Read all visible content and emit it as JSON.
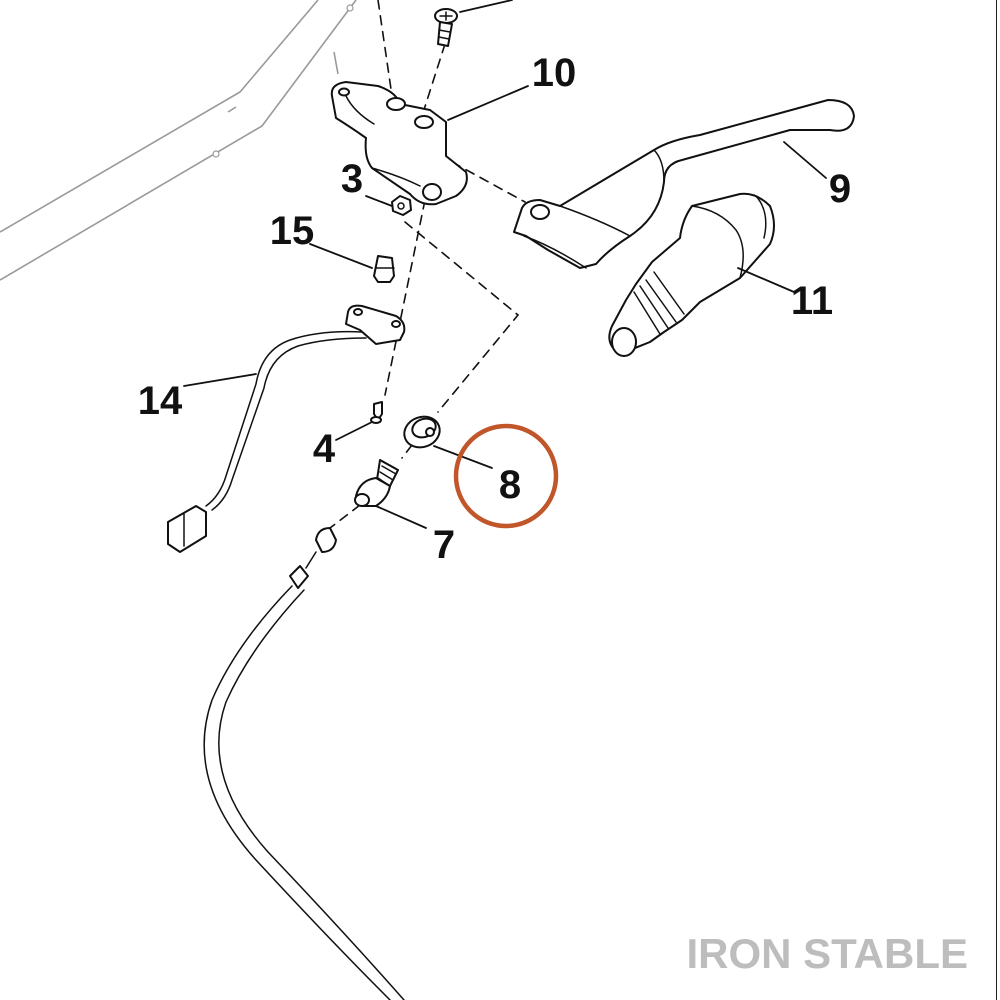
{
  "callouts": {
    "c3": "3",
    "c4": "4",
    "c7": "7",
    "c8": "8",
    "c9": "9",
    "c10": "10",
    "c11": "11",
    "c14": "14",
    "c15": "15"
  },
  "highlighted_callout": "8",
  "watermark": "IRON STABLE",
  "colors": {
    "highlight_ring": "#c0562a",
    "watermark": "#bdbdbd",
    "line_art": "#111111",
    "frame": "#9a9a9a"
  }
}
